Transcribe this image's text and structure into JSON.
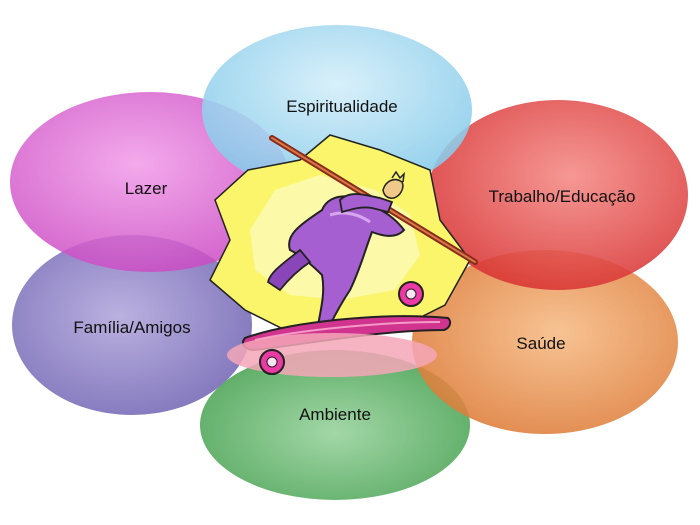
{
  "diagram": {
    "petals": [
      {
        "id": "espiritualidade",
        "label": "Espiritualidade",
        "color": "#7cc6e8"
      },
      {
        "id": "lazer",
        "label": "Lazer",
        "color": "#d94fd0"
      },
      {
        "id": "trabalho",
        "label": "Trabalho/Educação",
        "color": "#e23a36"
      },
      {
        "id": "familia",
        "label": "Família/Amigos",
        "color": "#8274be"
      },
      {
        "id": "saude",
        "label": "Saúde",
        "color": "#e7893e"
      },
      {
        "id": "ambiente",
        "label": "Ambiente",
        "color": "#4fae5a"
      }
    ],
    "center_image": "skateboarder-balancing-pole-clipart"
  }
}
